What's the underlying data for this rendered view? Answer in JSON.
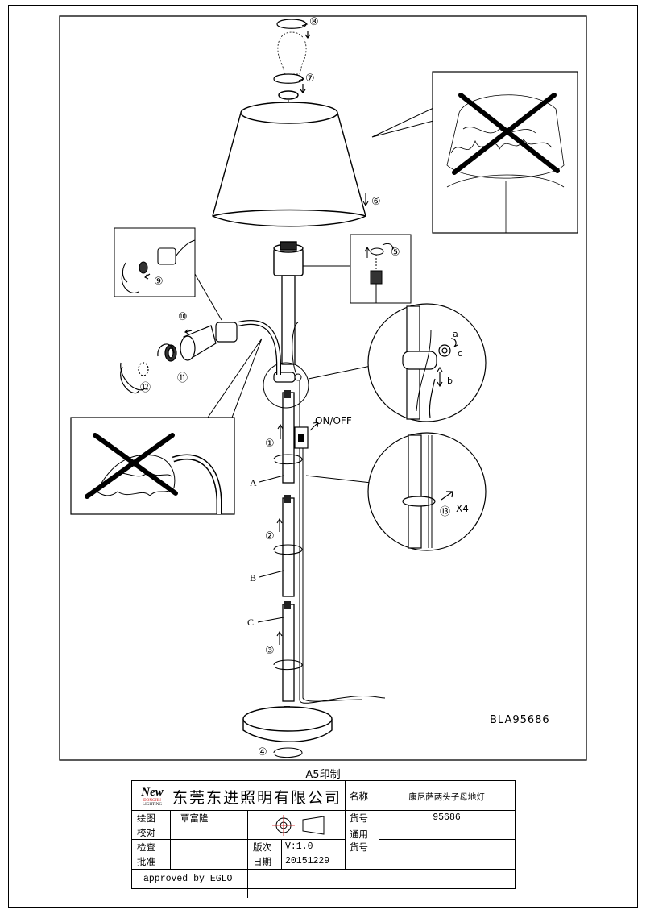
{
  "steps": {
    "s1": "①",
    "s2": "②",
    "s3": "③",
    "s4": "④",
    "s5": "⑤",
    "s6": "⑥",
    "s7": "⑦",
    "s8": "⑧",
    "s9": "⑨",
    "s10": "⑩",
    "s11": "⑪",
    "s12": "⑫",
    "s13": "⑬"
  },
  "parts": {
    "a": "A",
    "b": "B",
    "c": "C"
  },
  "callouts": {
    "a": "a",
    "b": "b",
    "c": "c",
    "onoff": "ON/OFF",
    "x4": "X4"
  },
  "model_code": "BLA95686",
  "print_label": "A5印制",
  "title_block": {
    "company": "东莞东进照明有限公司",
    "logo_mark": "New",
    "logo_sub1": "DONGJIN",
    "logo_sub2": "LIGHTING",
    "name_label": "名称",
    "name_value": "康尼萨两头子母地灯",
    "drawn_label": "绘图",
    "drawn_value": "覃富隆",
    "item_no_label": "货号",
    "item_no_value": "95686",
    "check_label": "校对",
    "inspect_label": "检查",
    "approve_label": "批准",
    "general_label_1": "通用",
    "general_label_2": "货号",
    "version_label": "版次",
    "version_value": "V:1.0",
    "date_label": "日期",
    "date_value": "20151229",
    "approved_by": "approved by EGLO"
  }
}
